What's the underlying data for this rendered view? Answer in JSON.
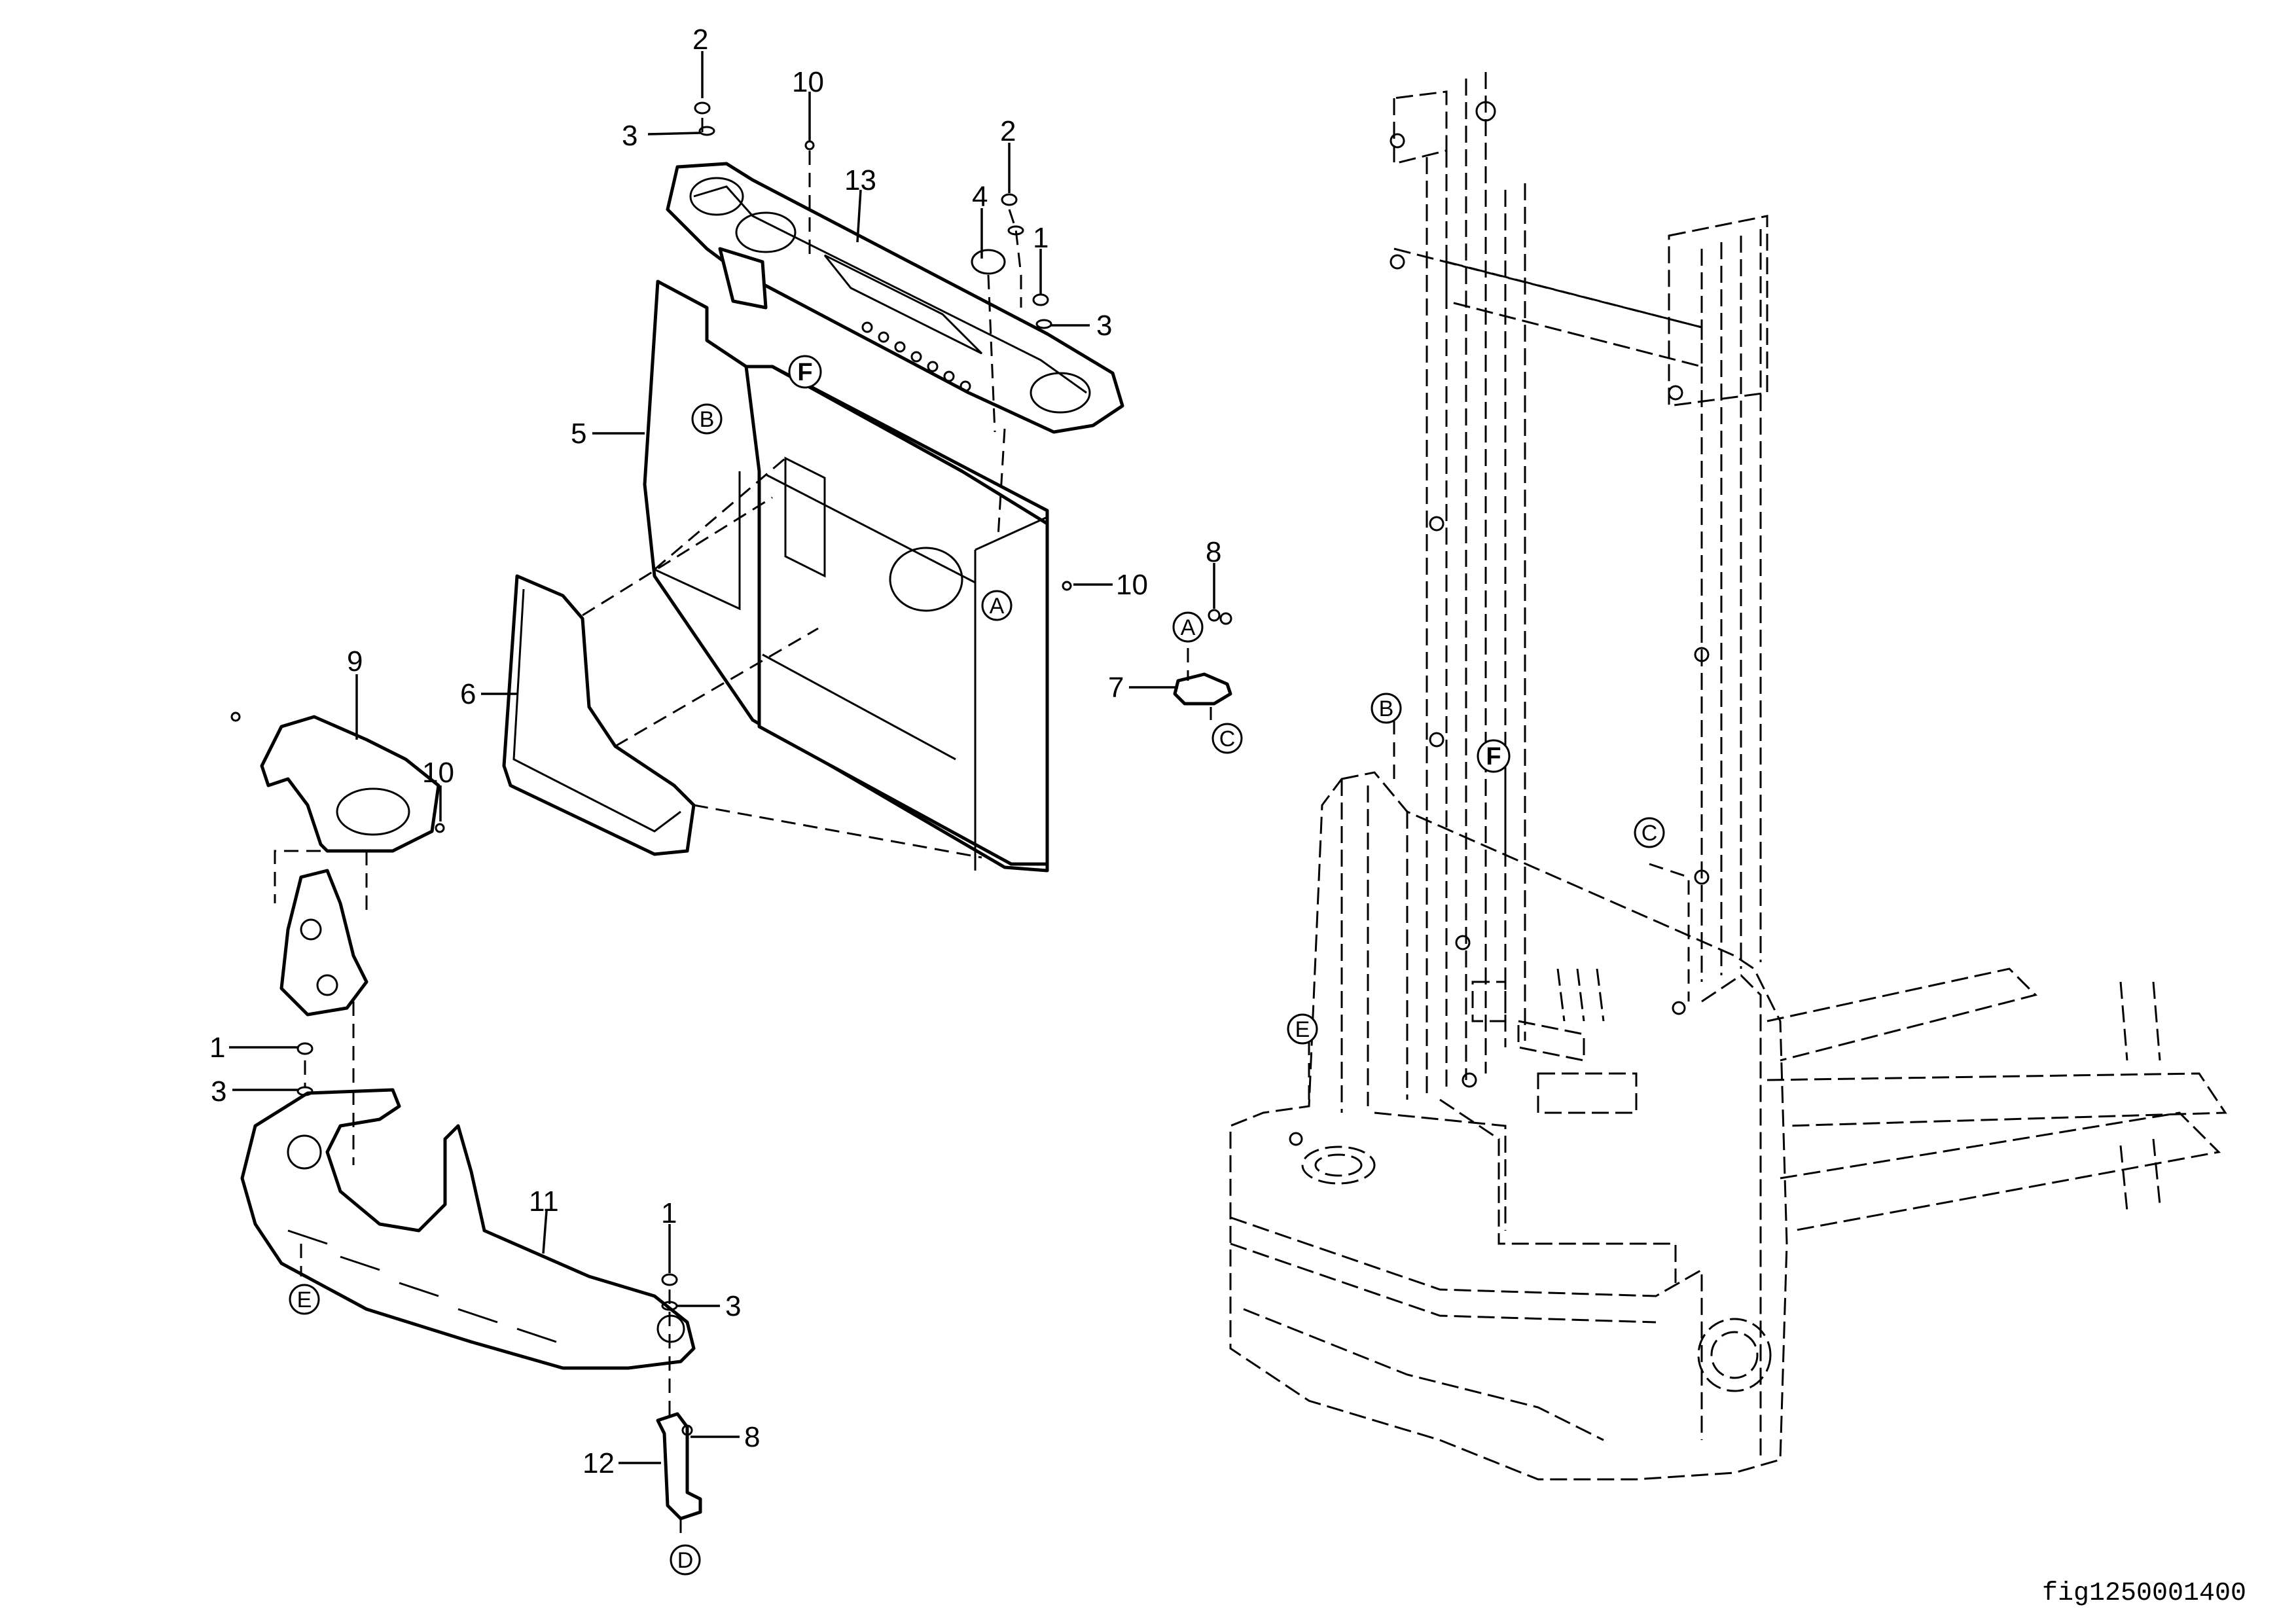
{
  "figure_id": "fig1250001400",
  "callouts": {
    "c1a": "1",
    "c1b": "1",
    "c1c": "1",
    "c2a": "2",
    "c2b": "2",
    "c3a": "3",
    "c3b": "3",
    "c3c": "3",
    "c3d": "3",
    "c4": "4",
    "c5": "5",
    "c6": "6",
    "c7": "7",
    "c8a": "8",
    "c8b": "8",
    "c9": "9",
    "c10a": "10",
    "c10b": "10",
    "c10c": "10",
    "c11": "11",
    "c12": "12",
    "c13": "13"
  },
  "refs": {
    "A": "A",
    "B": "B",
    "C": "C",
    "D": "D",
    "E": "E",
    "F": "F"
  }
}
